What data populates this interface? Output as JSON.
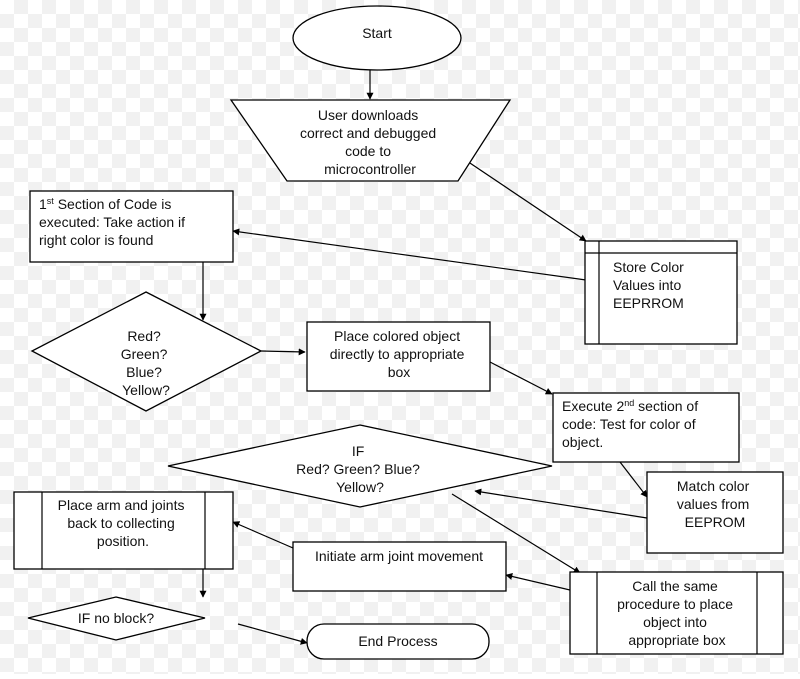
{
  "nodes": {
    "start": {
      "lines": [
        "Start"
      ]
    },
    "download": {
      "lines": [
        "User downloads",
        "correct and debugged",
        "code to",
        "microcontroller"
      ]
    },
    "store": {
      "lines": [
        "Store Color",
        "Values into",
        "EEPRROM"
      ]
    },
    "section1": {
      "line1_prefix": "1",
      "line1_sup": "st",
      "line1_rest": " Section of Code is",
      "lines": [
        "executed: Take action if",
        "right color is found"
      ]
    },
    "decision1": {
      "lines": [
        "Red?",
        "Green?",
        "Blue?",
        "Yellow?"
      ]
    },
    "place": {
      "lines": [
        "Place colored object",
        "directly to appropriate",
        "box"
      ]
    },
    "section2": {
      "line1_prefix": "Execute 2",
      "line1_sup": "nd",
      "line1_rest": " section of",
      "lines": [
        "code: Test for color of",
        "object."
      ]
    },
    "decision2": {
      "lines": [
        "IF",
        "Red? Green? Blue?",
        "Yellow?"
      ]
    },
    "match": {
      "lines": [
        "Match color",
        "values from",
        "EEPROM"
      ]
    },
    "arm_back": {
      "lines": [
        "Place arm and joints",
        "back to collecting",
        "position."
      ]
    },
    "initiate": {
      "lines": [
        "Initiate arm joint movement"
      ]
    },
    "call": {
      "lines": [
        "Call the same",
        "procedure to place",
        "object into",
        "appropriate box"
      ]
    },
    "no_block": {
      "lines": [
        "IF no block?"
      ]
    },
    "end": {
      "lines": [
        "End Process"
      ]
    }
  }
}
